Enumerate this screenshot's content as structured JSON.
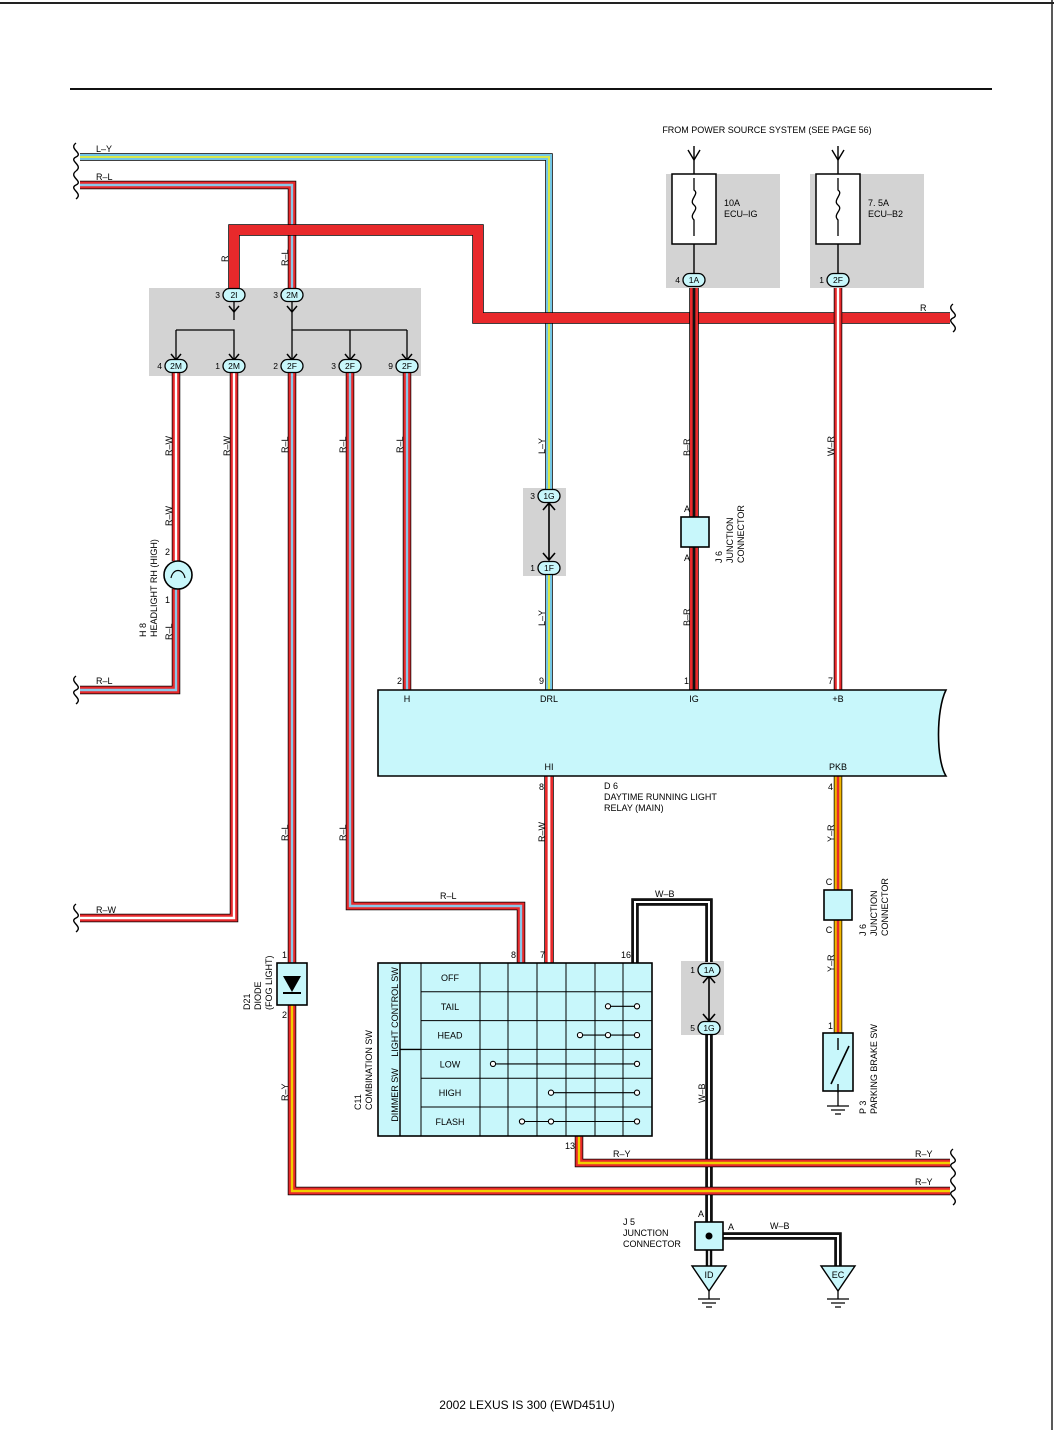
{
  "footer": "2002 LEXUS IS 300 (EWD451U)",
  "power_source": "FROM POWER SOURCE SYSTEM (SEE PAGE 56)",
  "fuses": [
    {
      "rating": "10A",
      "name": "ECU–IG",
      "pin": "4",
      "connector": "1A"
    },
    {
      "rating": "7. 5A",
      "name": "ECU–B2",
      "pin": "1",
      "connector": "2F"
    }
  ],
  "upper_junction": {
    "top": [
      {
        "pin": "3",
        "conn": "2I"
      },
      {
        "pin": "3",
        "conn": "2M"
      }
    ],
    "bottom": [
      {
        "pin": "4",
        "conn": "2M"
      },
      {
        "pin": "1",
        "conn": "2M"
      },
      {
        "pin": "2",
        "conn": "2F"
      },
      {
        "pin": "3",
        "conn": "2F"
      },
      {
        "pin": "9",
        "conn": "2F"
      }
    ]
  },
  "junction_1g": {
    "top_pin": "3",
    "top_conn": "1G",
    "bottom_pin": "1",
    "bottom_conn": "1F"
  },
  "junction_1a": {
    "top_pin": "1",
    "top_conn": "1A",
    "bottom_pin": "5",
    "bottom_conn": "1G"
  },
  "wire_labels": {
    "ly": "L–Y",
    "rl": "R–L",
    "rw": "R–W",
    "r": "R",
    "br": "B–R",
    "wr": "W–R",
    "yr": "Y–R",
    "ry": "R–Y",
    "wb": "W–B"
  },
  "headlight": {
    "id": "H 8",
    "name": "HEADLIGHT RH (HIGH)",
    "pin_top": "2",
    "pin_bottom": "1"
  },
  "j6_top": {
    "id": "J 6",
    "line1": "JUNCTION",
    "line2": "CONNECTOR",
    "pin": "A"
  },
  "j6_bottom": {
    "id": "J 6",
    "line1": "JUNCTION",
    "line2": "CONNECTOR",
    "pin": "C"
  },
  "relay": {
    "id": "D 6",
    "line1": "DAYTIME RUNNING LIGHT",
    "line2": "RELAY (MAIN)",
    "terminals_top": [
      {
        "pin": "2",
        "name": "H"
      },
      {
        "pin": "9",
        "name": "DRL"
      },
      {
        "pin": "1",
        "name": "IG"
      },
      {
        "pin": "7",
        "name": "+B"
      }
    ],
    "terminals_bottom": [
      {
        "pin": "8",
        "name": "HI"
      },
      {
        "pin": "4",
        "name": "PKB"
      }
    ]
  },
  "diode": {
    "id": "D21",
    "line1": "DIODE",
    "line2": "(FOG LIGHT)",
    "pin_top": "1",
    "pin_bottom": "2"
  },
  "combination_sw": {
    "id": "C11",
    "name": "COMBINATION SW",
    "light_group": "LIGHT CONTROL SW",
    "dimmer_group": "DIMMER SW",
    "rows": [
      "OFF",
      "TAIL",
      "HEAD",
      "LOW",
      "HIGH",
      "FLASH"
    ],
    "pins": [
      "8",
      "7",
      "16",
      "13"
    ]
  },
  "parking_brake": {
    "id": "P 3",
    "name": "PARKING BRAKE SW",
    "pin": "1"
  },
  "j5": {
    "id": "J 5",
    "line1": "JUNCTION",
    "line2": "CONNECTOR",
    "pin_a1": "A",
    "pin_a2": "A"
  },
  "grounds": [
    "ID",
    "EC"
  ]
}
